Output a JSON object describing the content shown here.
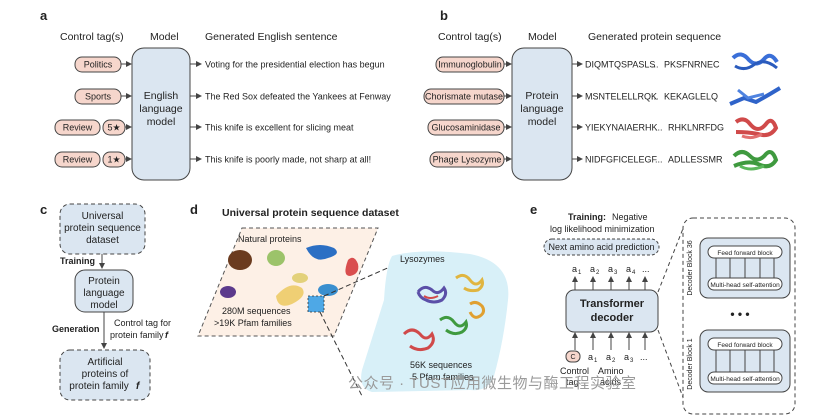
{
  "panel_a": {
    "letter": "a",
    "col_tags": "Control tag(s)",
    "col_model": "Model",
    "col_output": "Generated English sentence",
    "model_lines": [
      "English",
      "language",
      "model"
    ],
    "rows": [
      {
        "tag": "Politics",
        "extra": "",
        "sentence": "Voting for the presidential election has begun"
      },
      {
        "tag": "Sports",
        "extra": "",
        "sentence": "The Red Sox defeated the Yankees at Fenway"
      },
      {
        "tag": "Review",
        "extra": "5★",
        "sentence": "This knife is excellent for slicing meat"
      },
      {
        "tag": "Review",
        "extra": "1★",
        "sentence": "This knife is poorly made, not sharp at all!"
      }
    ]
  },
  "panel_b": {
    "letter": "b",
    "col_tags": "Control tag(s)",
    "col_model": "Model",
    "col_output": "Generated protein sequence",
    "model_lines": [
      "Protein",
      "language",
      "model"
    ],
    "rows": [
      {
        "tag": "Immunoglobulin",
        "seq_start": "DIQMTQSPASLS",
        "seq_end": "PKSFNRNEC",
        "color": "#3a6fd8"
      },
      {
        "tag": "Chorismate mutase",
        "seq_start": "MSNTELELLRQK",
        "seq_end": "KEKAGLELQ",
        "color": "#2f63c9"
      },
      {
        "tag": "Glucosaminidase",
        "seq_start": "YIEKYNAIAERHK",
        "seq_end": "RHKLNRFDG",
        "color": "#d04a4a"
      },
      {
        "tag": "Phage Lysozyme",
        "seq_start": "NIDFGFICELEGF",
        "seq_end": "ADLLESSMR",
        "color": "#3f9a3f"
      }
    ],
    "ellipsis": "..."
  },
  "panel_c": {
    "letter": "c",
    "box1": [
      "Universal",
      "protein sequence",
      "dataset"
    ],
    "step1": "Training",
    "box2": [
      "Protein",
      "language",
      "model"
    ],
    "step2": "Generation",
    "side_note": [
      "Control tag for",
      "protein family"
    ],
    "side_f": "f",
    "box3": [
      "Artificial",
      "proteins of",
      "protein family"
    ],
    "box3_f": "f"
  },
  "panel_d": {
    "letter": "d",
    "title": "Universal protein sequence dataset",
    "natural": "Natural proteins",
    "stats": [
      "280M sequences",
      ">19K Pfam families"
    ],
    "lysozymes": "Lysozymes",
    "lys_stats": [
      "56K sequences",
      "5 Pfam families"
    ]
  },
  "panel_e": {
    "letter": "e",
    "training_bold": "Training:",
    "training_rest": "Negative",
    "training_line2": "log likelihood minimization",
    "next_pred": "Next amino acid prediction",
    "outputs": [
      "a",
      "a",
      "a",
      "a",
      "..."
    ],
    "output_subs": [
      "1",
      "2",
      "3",
      "4",
      ""
    ],
    "decoder": [
      "Transformer",
      "decoder"
    ],
    "inputs_sub": [
      "1",
      "2",
      "3",
      "..."
    ],
    "control_label": [
      "Control",
      "tag"
    ],
    "amino_label": [
      "Amino",
      "acids"
    ],
    "block_top": "Decoder Block 36",
    "block_bottom": "Decoder Block 1",
    "ff": "Feed forward block",
    "mha": "Multi-head self-attention",
    "dots": "• • •"
  },
  "watermark": "公众号 · TUST应用微生物与酶工程实验室"
}
